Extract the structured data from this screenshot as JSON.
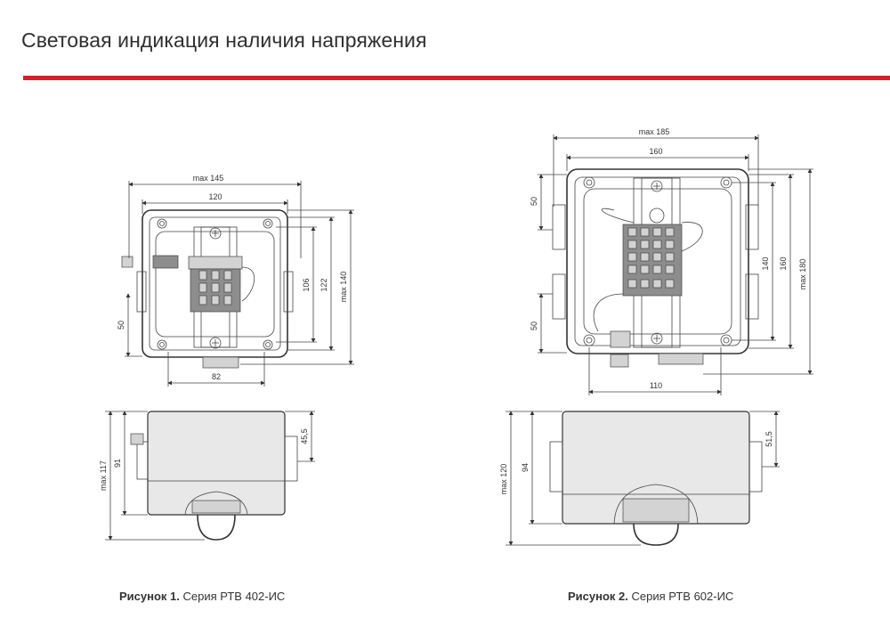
{
  "header": {
    "title": "Световая индикация наличия напряжения",
    "accent_color": "#d51f26"
  },
  "figure1": {
    "top_dims": {
      "overall_width": "max 145",
      "mount_width": "120",
      "inner_height": "106",
      "mount_height": "122",
      "overall_height": "max 140",
      "left_side": "50",
      "bottom_width": "82"
    },
    "side_dims": {
      "overall_height": "max 117",
      "body_height": "91",
      "gland_height": "45,5"
    },
    "caption": {
      "label": "Рисунок 1.",
      "text": " Серия РТВ 402-ИС"
    }
  },
  "figure2": {
    "top_dims": {
      "overall_width": "max 185",
      "mount_width": "160",
      "left_top": "50",
      "left_bottom": "50",
      "inner_height": "140",
      "mount_height": "160",
      "overall_height": "max 180",
      "bottom_width": "110"
    },
    "side_dims": {
      "overall_height": "max 120",
      "body_height": "94",
      "gland_height": "51,5"
    },
    "caption": {
      "label": "Рисунок 2.",
      "text": " Серия РТВ 602-ИС"
    }
  }
}
